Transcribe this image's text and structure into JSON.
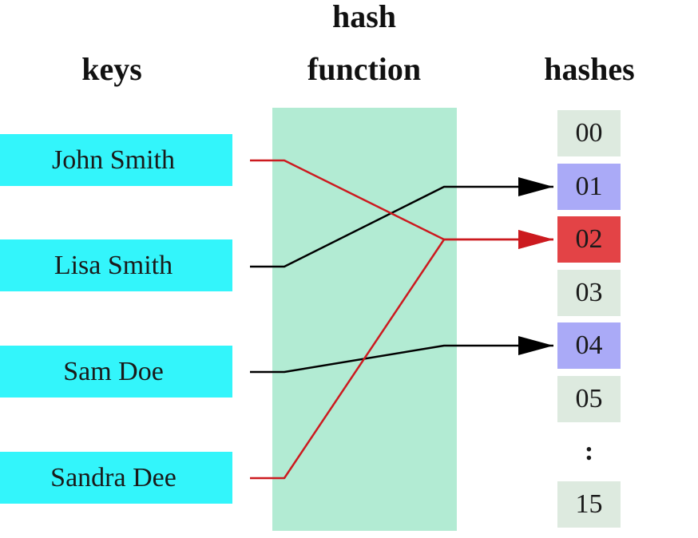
{
  "headings": {
    "keys": "keys",
    "hash_line1": "hash",
    "hash_line2": "function",
    "hashes": "hashes"
  },
  "keys": [
    "John Smith",
    "Lisa Smith",
    "Sam Doe",
    "Sandra Dee"
  ],
  "buckets": [
    "00",
    "01",
    "02",
    "03",
    "04",
    "05",
    ":",
    "15"
  ],
  "mappings": [
    {
      "key": "John Smith",
      "hash": "02",
      "color": "#cc1a1f"
    },
    {
      "key": "Lisa Smith",
      "hash": "01",
      "color": "#000000"
    },
    {
      "key": "Sam Doe",
      "hash": "04",
      "color": "#000000"
    },
    {
      "key": "Sandra Dee",
      "hash": "02",
      "color": "#cc1a1f"
    }
  ],
  "colors": {
    "key_box": "#33f5fb",
    "hash_function_band": "#b2ebd3",
    "bucket_default": "#ddeadf",
    "bucket_highlight": "#aaaaf7",
    "bucket_collision": "#e34346"
  }
}
